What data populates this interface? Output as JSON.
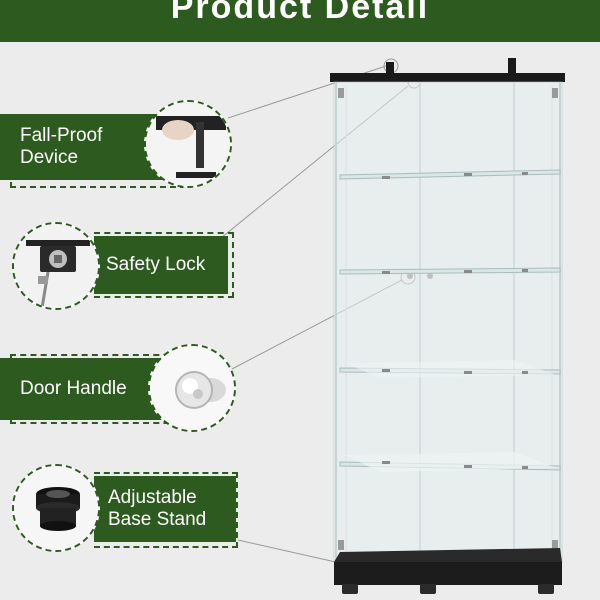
{
  "header": {
    "title": "Product Detail"
  },
  "features": [
    {
      "label_lines": [
        "Fall-Proof",
        "Device"
      ],
      "icon": "fall-proof-device-icon"
    },
    {
      "label_lines": [
        "Safety Lock"
      ],
      "icon": "lock-icon"
    },
    {
      "label_lines": [
        "Door Handle"
      ],
      "icon": "door-handle-icon"
    },
    {
      "label_lines": [
        "Adjustable",
        "Base Stand"
      ],
      "icon": "base-stand-icon"
    }
  ],
  "colors": {
    "brand_green": "#2d5a1f",
    "background": "#ececec",
    "glass": "#dfe9ea",
    "frame_black": "#1a1a1a"
  }
}
